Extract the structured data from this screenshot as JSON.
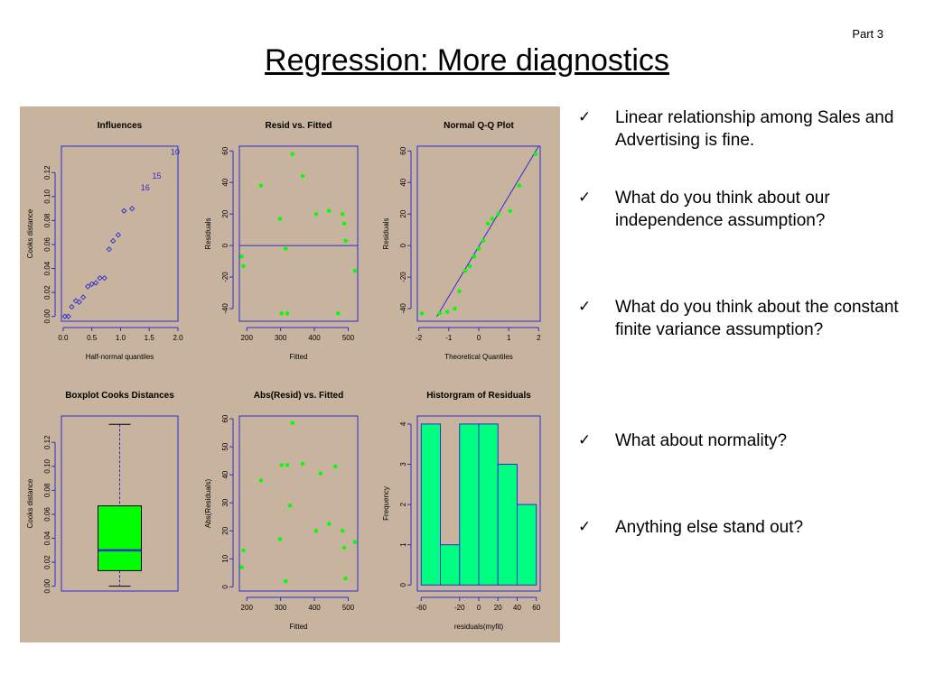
{
  "slide": {
    "part_label": "Part 3",
    "title": "Regression: More diagnostics"
  },
  "bullets": [
    {
      "icon": "checkmark-icon",
      "text": "Linear relationship among Sales and Advertising is fine."
    },
    {
      "icon": "checkmark-icon",
      "text": "What do you think about our independence assumption?"
    },
    {
      "icon": "checkmark-icon",
      "text": "What do you think about the constant finite variance assumption?"
    },
    {
      "icon": "checkmark-icon",
      "text": "What about normality?"
    },
    {
      "icon": "checkmark-icon",
      "text": "Anything else stand out?"
    }
  ],
  "colors": {
    "panel_background": "#c8b49e",
    "axes_blue": "#2b2bd4",
    "points_green": "#00ff00",
    "hist_fill": "#00ff80",
    "box_fill": "#00ff00"
  },
  "chart_data": [
    {
      "type": "scatter",
      "title": "Influences",
      "xlabel": "Half-normal quantiles",
      "ylabel": "Cooks distance",
      "xlim": [
        0.0,
        2.0
      ],
      "ylim": [
        0.0,
        0.14
      ],
      "xticks": [
        "0.0",
        "0.5",
        "1.0",
        "1.5",
        "2.0"
      ],
      "yticks": [
        "0.00",
        "0.02",
        "0.04",
        "0.06",
        "0.08",
        "0.10",
        "0.12"
      ],
      "marker": "open-diamond",
      "x": [
        0.03,
        0.09,
        0.15,
        0.22,
        0.28,
        0.35,
        0.43,
        0.5,
        0.57,
        0.64,
        0.72,
        0.8,
        0.87,
        0.96,
        1.06,
        1.2
      ],
      "y": [
        0.0,
        0.0,
        0.008,
        0.013,
        0.012,
        0.016,
        0.025,
        0.027,
        0.028,
        0.032,
        0.032,
        0.056,
        0.063,
        0.068,
        0.088,
        0.09
      ],
      "annotations": [
        {
          "label": "10",
          "x": 1.95,
          "y": 0.135
        },
        {
          "label": "15",
          "x": 1.63,
          "y": 0.115
        },
        {
          "label": "16",
          "x": 1.43,
          "y": 0.105
        }
      ]
    },
    {
      "type": "scatter",
      "title": "Resid vs. Fitted",
      "xlabel": "Fitted",
      "ylabel": "Residuals",
      "xlim": [
        180,
        530
      ],
      "ylim": [
        -45,
        63
      ],
      "xticks": [
        "200",
        "300",
        "400",
        "500"
      ],
      "yticks": [
        "-40",
        "-20",
        "0",
        "20",
        "40",
        "60"
      ],
      "hline": 0,
      "x": [
        185,
        190,
        242,
        298,
        303,
        315,
        320,
        335,
        365,
        405,
        443,
        470,
        483,
        488,
        492,
        520
      ],
      "y": [
        -7,
        -13,
        38,
        17,
        -43,
        -2,
        -43,
        58,
        44,
        20,
        22,
        -43,
        20,
        14,
        3,
        -16
      ]
    },
    {
      "type": "scatter",
      "title": "Normal Q-Q Plot",
      "xlabel": "Theoretical Quantiles",
      "ylabel": "Residuals",
      "xlim": [
        -2.1,
        2.1
      ],
      "ylim": [
        -45,
        63
      ],
      "xticks": [
        "-2",
        "-1",
        "0",
        "1",
        "2"
      ],
      "yticks": [
        "-40",
        "-20",
        "0",
        "20",
        "40",
        "60"
      ],
      "x": [
        -1.9,
        -1.3,
        -1.05,
        -0.8,
        -0.65,
        -0.45,
        -0.3,
        -0.15,
        0.0,
        0.15,
        0.3,
        0.45,
        0.65,
        1.05,
        1.35,
        1.9
      ],
      "y": [
        -43,
        -43,
        -42,
        -40,
        -29,
        -16,
        -13,
        -7,
        -2,
        3,
        14,
        17,
        20,
        22,
        38,
        58
      ],
      "qq_line": {
        "x": [
          -1.4,
          2.0
        ],
        "y": [
          -45,
          63
        ]
      }
    },
    {
      "type": "boxplot",
      "title": "Boxplot Cooks Distances",
      "ylabel": "Cooks distance",
      "ylim": [
        0.0,
        0.14
      ],
      "yticks": [
        "0.00",
        "0.02",
        "0.04",
        "0.06",
        "0.08",
        "0.10",
        "0.12"
      ],
      "whisker_low": 0.0,
      "q1": 0.013,
      "median": 0.03,
      "q3": 0.067,
      "whisker_high": 0.135
    },
    {
      "type": "scatter",
      "title": "Abs(Resid) vs. Fitted",
      "xlabel": "Fitted",
      "ylabel": "Abs(Residuals)",
      "xlim": [
        180,
        530
      ],
      "ylim": [
        0,
        61
      ],
      "xticks": [
        "200",
        "300",
        "400",
        "500"
      ],
      "yticks": [
        "0",
        "10",
        "20",
        "30",
        "40",
        "50",
        "60"
      ],
      "x": [
        185,
        190,
        242,
        298,
        303,
        315,
        320,
        328,
        335,
        365,
        405,
        418,
        443,
        462,
        483,
        488,
        492,
        520
      ],
      "y": [
        7,
        13,
        38,
        17,
        43.5,
        2,
        43.5,
        29,
        58.5,
        44,
        20,
        40.5,
        22.5,
        43,
        20,
        14,
        3,
        16
      ]
    },
    {
      "type": "bar",
      "title": "Historgram of Residuals",
      "xlabel": "residuals(myfit)",
      "ylabel": "Frequency",
      "xlim": [
        -60,
        60
      ],
      "ylim": [
        0,
        4
      ],
      "xticks": [
        "-60",
        "-20",
        "0",
        "20",
        "40",
        "60"
      ],
      "yticks": [
        "0",
        "1",
        "2",
        "3",
        "4"
      ],
      "bins": [
        -60,
        -40,
        -20,
        0,
        20,
        40,
        60
      ],
      "counts": [
        4,
        1,
        4,
        4,
        3,
        2
      ]
    }
  ]
}
